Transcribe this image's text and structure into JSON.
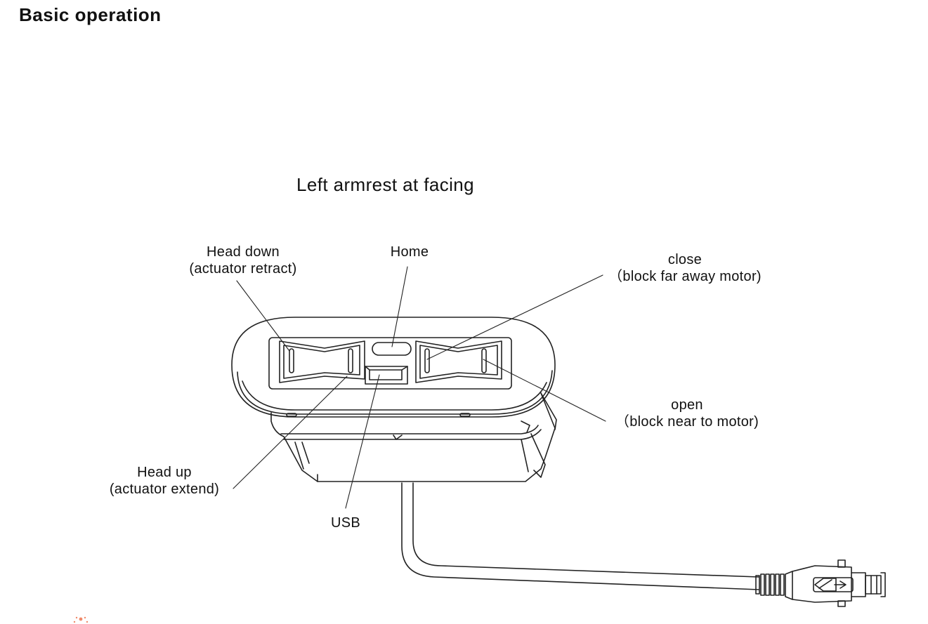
{
  "section_title": "Basic operation",
  "diagram_title": "Left armrest at facing",
  "labels": {
    "head_down": {
      "line1": "Head down",
      "line2": "(actuator retract)"
    },
    "home": {
      "line1": "Home"
    },
    "close": {
      "line1": "close",
      "line2": "（block far away motor)"
    },
    "open": {
      "line1": "open",
      "line2": "（block near to motor)"
    },
    "head_up": {
      "line1": "Head up",
      "line2": "(actuator extend)"
    },
    "usb": {
      "line1": "USB"
    }
  },
  "colors": {
    "ink": "#111111",
    "line": "#222222",
    "mark": "#f08a6a"
  }
}
